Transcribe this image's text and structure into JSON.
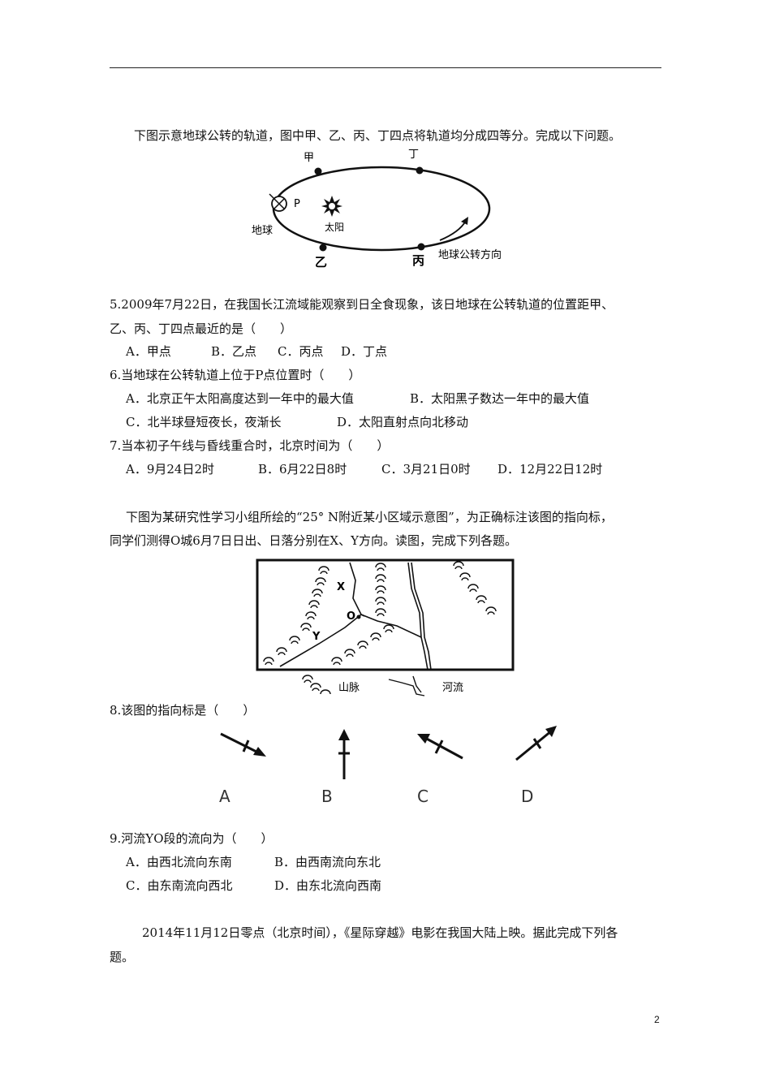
{
  "intro1": "下图示意地球公转的轨道，图中甲、乙、丙、丁四点将轨道均分成四等分。完成以下问题。",
  "orbit": {
    "jia": "甲",
    "yi": "乙",
    "bing": "丙",
    "ding": "丁",
    "p": "P",
    "sun": "太阳",
    "earth": "地球",
    "direction": "地球公转方向"
  },
  "q5": {
    "line1": "5.2009年7月22日，在我国长江流域能观察到日全食现象，该日地球在公转轨道的位置距甲、",
    "line2": "乙、丙、丁四点最近的是（　　）",
    "a": "A．甲点",
    "b": "B．乙点",
    "c": "C．丙点",
    "d": "D．丁点"
  },
  "q6": {
    "stem": "6.当地球在公转轨道上位于P点位置时（　　）",
    "a": "A．北京正午太阳高度达到一年中的最大值",
    "b": "B．太阳黑子数达一年中的最大值",
    "c": "C．北半球昼短夜长，夜渐长",
    "d": "D．太阳直射点向北移动"
  },
  "q7": {
    "stem": "7.当本初子午线与昏线重合时，北京时间为（　　）",
    "a": "A．9月24日2时",
    "b": "B．6月22日8时",
    "c": "C．3月21日0时",
    "d": "D．12月22日12时"
  },
  "intro2": {
    "line1": "下图为某研究性学习小组所绘的“25° N附近某小区域示意图”，为正确标注该图的指向标，",
    "line2": "同学们测得O城6月7日日出、日落分别在X、Y方向。读图，完成下列各题。"
  },
  "map": {
    "x": "X",
    "o": "O",
    "y": "Y",
    "mountain": "山脉",
    "river": "河流"
  },
  "q8": {
    "stem": "8.该图的指向标是（　　）",
    "a": "A",
    "b": "B",
    "c": "C",
    "d": "D"
  },
  "q9": {
    "stem": "9.河流YO段的流向为（　　）",
    "a": "A．由西北流向东南",
    "b": "B．由西南流向东北",
    "c": "C．由东南流向西北",
    "d": "D．由东北流向西南"
  },
  "intro3": {
    "line1": "2014年11月12日零点（北京时间），《星际穿越》电影在我国大陆上映。据此完成下列各",
    "line2": "题。"
  },
  "page_number": "2"
}
